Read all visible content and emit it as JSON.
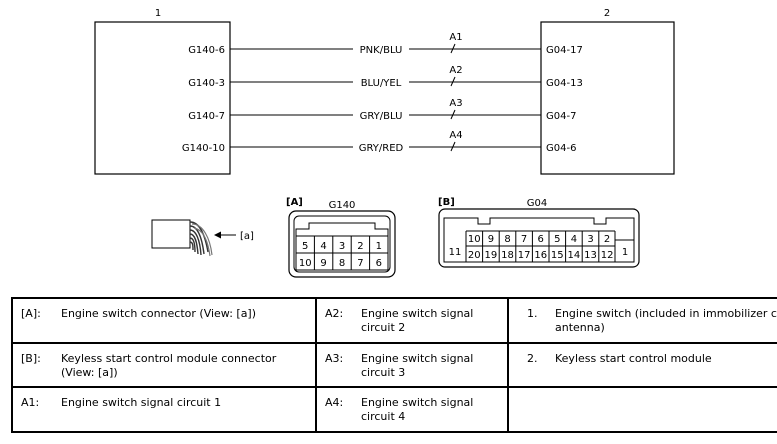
{
  "diagram": {
    "left_box_label": "1",
    "right_box_label": "2",
    "wires": [
      {
        "from": "G140-6",
        "color": "PNK/BLU",
        "circuit": "A1",
        "to": "G04-17"
      },
      {
        "from": "G140-3",
        "color": "BLU/YEL",
        "circuit": "A2",
        "to": "G04-13"
      },
      {
        "from": "G140-7",
        "color": "GRY/BLU",
        "circuit": "A3",
        "to": "G04-7"
      },
      {
        "from": "G140-10",
        "color": "GRY/RED",
        "circuit": "A4",
        "to": "G04-6"
      }
    ],
    "view_arrow_label": "[a]",
    "connector_a": {
      "tag": "[A]",
      "name": "G140",
      "top_row": [
        "5",
        "4",
        "3",
        "2",
        "1"
      ],
      "bottom_row": [
        "10",
        "9",
        "8",
        "7",
        "6"
      ]
    },
    "connector_b": {
      "tag": "[B]",
      "name": "G04",
      "top_row": [
        "10",
        "9",
        "8",
        "7",
        "6",
        "5",
        "4",
        "3",
        "2"
      ],
      "bottom_row": [
        "20",
        "19",
        "18",
        "17",
        "16",
        "15",
        "14",
        "13",
        "12"
      ],
      "left_pin": "11",
      "right_pin": "1"
    }
  },
  "legend": {
    "rows": [
      [
        {
          "key": "[A]:",
          "text": "Engine switch connector (View: [a])"
        },
        {
          "key": "A2:",
          "text": "Engine switch signal circuit 2"
        },
        {
          "key": "1.",
          "text": "Engine switch (included in immobilizer coil antenna)"
        }
      ],
      [
        {
          "key": "[B]:",
          "text": "Keyless start control module connector (View: [a])"
        },
        {
          "key": "A3:",
          "text": "Engine switch signal circuit 3"
        },
        {
          "key": "2.",
          "text": "Keyless start control module"
        }
      ],
      [
        {
          "key": "A1:",
          "text": "Engine switch signal circuit 1"
        },
        {
          "key": "A4:",
          "text": "Engine switch signal circuit 4"
        },
        {
          "key": "",
          "text": ""
        }
      ]
    ]
  }
}
